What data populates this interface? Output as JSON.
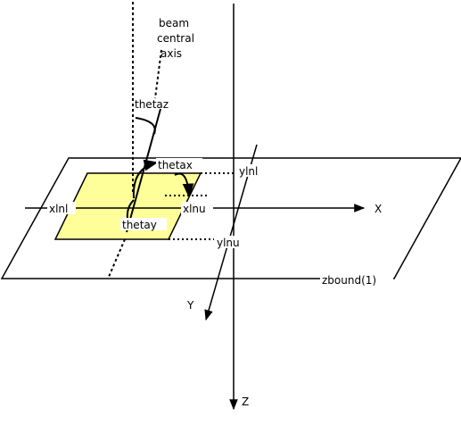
{
  "labels": {
    "beam_axis_line1": "beam",
    "beam_axis_line2": "central",
    "beam_axis_line3": "axis",
    "thetaz": "thetaz",
    "thetax": "thetax",
    "thetay": "thetay",
    "ylnl": "ylnl",
    "xlnl": "xlnl",
    "xlnu": "xlnu",
    "ylnu": "ylnu",
    "x_axis": "X",
    "y_axis": "Y",
    "z_axis": "Z",
    "zbound": "zbound(1)"
  },
  "colors": {
    "field_fill": "#ffff99",
    "ink": "#000000",
    "background": "#ffffff"
  }
}
